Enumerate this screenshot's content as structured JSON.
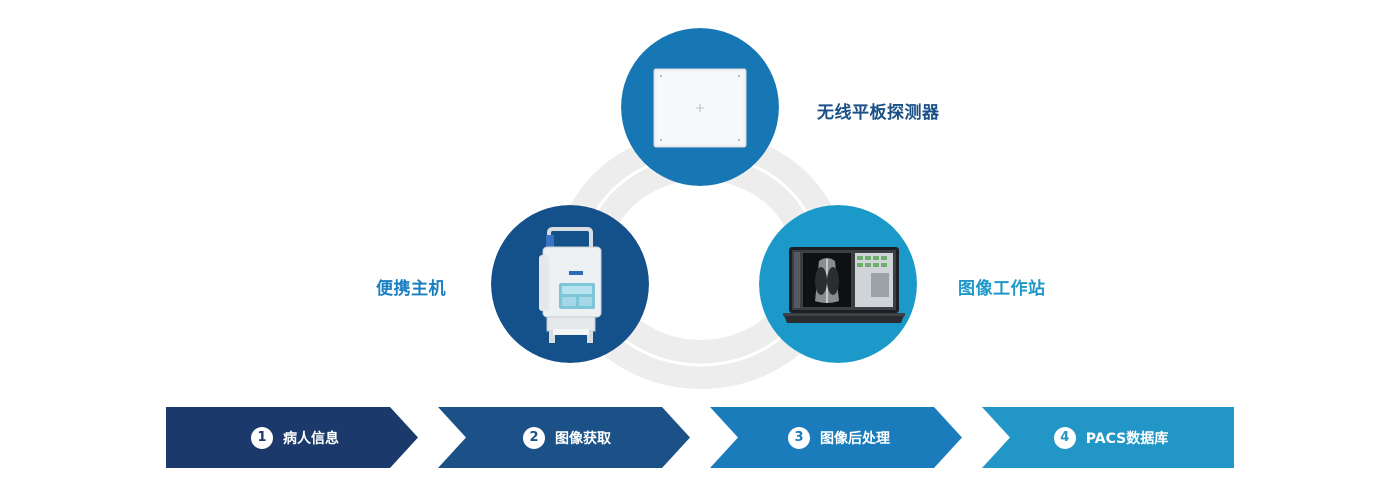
{
  "nodes": {
    "detector": {
      "label": "无线平板探测器"
    },
    "host": {
      "label": "便携主机"
    },
    "workstation": {
      "label": "图像工作站"
    }
  },
  "steps": [
    {
      "number": "1",
      "label": "病人信息",
      "color": "#1b3a6b"
    },
    {
      "number": "2",
      "label": "图像获取",
      "color": "#1b5186"
    },
    {
      "number": "3",
      "label": "图像后处理",
      "color": "#1b7cbc"
    },
    {
      "number": "4",
      "label": "PACS数据库",
      "color": "#2196c7"
    }
  ],
  "colors": {
    "detector_circle": "#1777b5",
    "host_circle": "#14508a",
    "workstation_circle": "#1b99c8",
    "ring": "#ececec"
  }
}
